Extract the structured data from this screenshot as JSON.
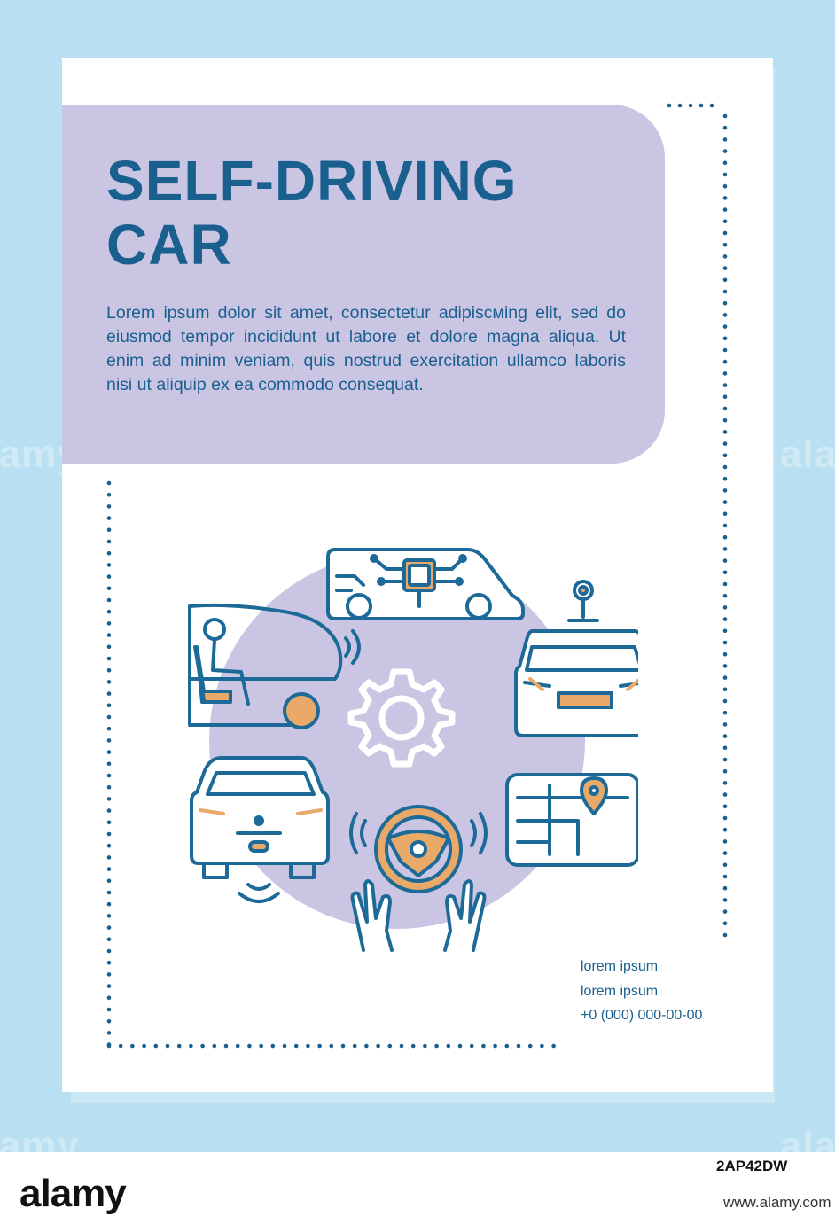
{
  "poster": {
    "title": "SELF-DRIVING CAR",
    "body": "Lorem ipsum dolor sit amet, consectetur adipiscмing elit, sed do eiusmod tempor incididunt ut labore et dolore magna aliqua. Ut enim ad minim veniam, quis nostrud exercitation ullamco laboris nisi ut aliquip ex ea commodo consequat.",
    "contact": [
      "lorem ipsum",
      "lorem ipsum",
      "+0 (000) 000-00-00"
    ]
  },
  "colors": {
    "background": "#b9e0f2",
    "header_band": "#cbc5e4",
    "text": "#19608f",
    "icon_stroke": "#1d6a98",
    "icon_accent": "#e9a968",
    "circle": "#cbc5e4"
  },
  "icons": [
    "circuit-car-icon",
    "driver-seat-car-icon",
    "sensor-camera-car-icon",
    "gear-icon",
    "front-car-icon",
    "steering-wheel-hands-icon",
    "gps-map-icon"
  ],
  "watermark": {
    "text": "alamy",
    "image_id": "2AP42DW",
    "url": "www.alamy.com"
  }
}
